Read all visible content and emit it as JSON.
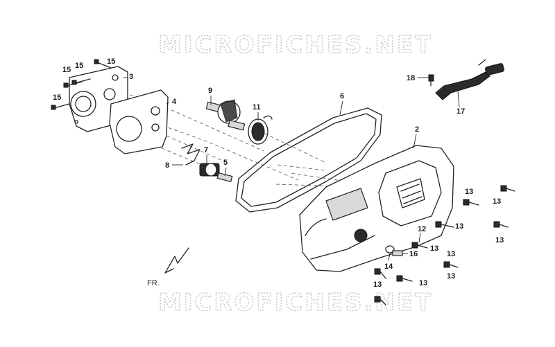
{
  "watermarks": [
    "MICROFICHES.NET",
    "MICROFICHES.NET"
  ],
  "direction_label": "FR.",
  "callouts": {
    "c2": "2",
    "c3": "3",
    "c4": "4",
    "c5": "5",
    "c6": "6",
    "c7": "7",
    "c8": "8",
    "c9": "9",
    "c11": "11",
    "c12": "12",
    "c13a": "13",
    "c13b": "13",
    "c13c": "13",
    "c13d": "13",
    "c13e": "13",
    "c13f": "13",
    "c13g": "13",
    "c13h": "13",
    "c13i": "13",
    "c14": "14",
    "c15a": "15",
    "c15b": "15",
    "c15c": "15",
    "c15d": "15",
    "c16": "16",
    "c17": "17",
    "c18": "18"
  }
}
